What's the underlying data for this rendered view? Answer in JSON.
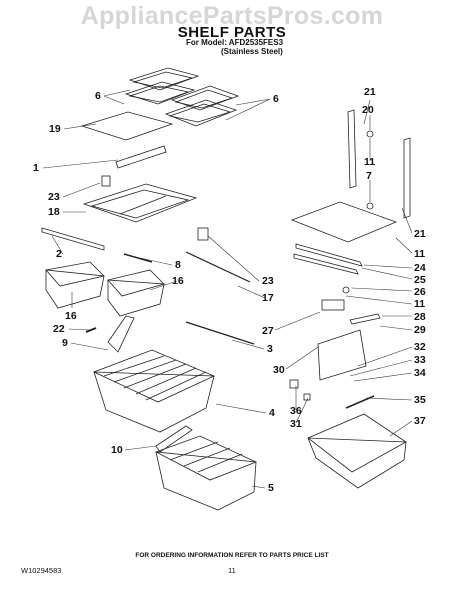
{
  "watermark": "AppliancePartsPros.com",
  "title": "SHELF PARTS",
  "model_line": "For Model: AFD2535FES3",
  "finish_line": "(Stainless Steel)",
  "footer_note": "FOR ORDERING INFORMATION REFER TO PARTS PRICE LIST",
  "document_number": "W10294583",
  "page_number": "11",
  "callouts": {
    "c6a": "6",
    "c6b": "6",
    "c19": "19",
    "c1": "1",
    "c23a": "23",
    "c18": "18",
    "c2": "2",
    "c8": "8",
    "c23b": "23",
    "c16a": "16",
    "c16b": "16",
    "c17": "17",
    "c22": "22",
    "c9": "9",
    "c3": "3",
    "c10": "10",
    "c5": "5",
    "c4": "4",
    "c21a": "21",
    "c20": "20",
    "c11a": "11",
    "c7": "7",
    "c21b": "21",
    "c11b": "11",
    "c24": "24",
    "c25": "25",
    "c26": "26",
    "c11c": "11",
    "c27": "27",
    "c28": "28",
    "c29": "29",
    "c30": "30",
    "c32": "32",
    "c33": "33",
    "c34": "34",
    "c35": "35",
    "c36": "36",
    "c31": "31",
    "c37": "37"
  }
}
